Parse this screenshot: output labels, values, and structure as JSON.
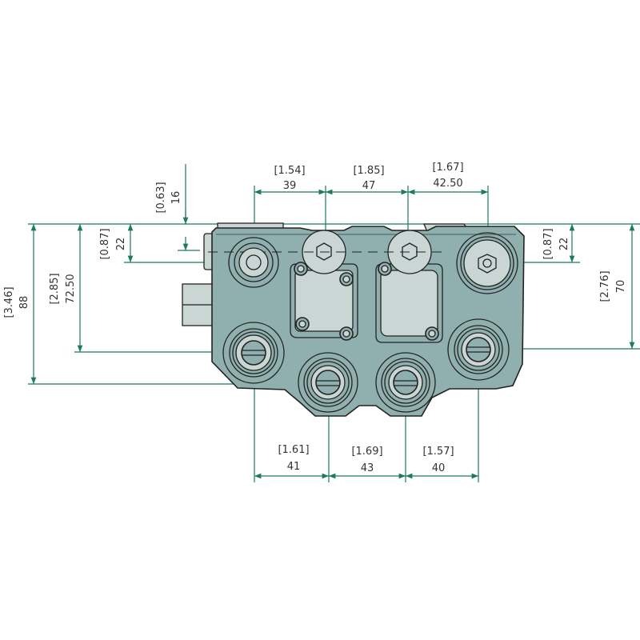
{
  "drawing": {
    "title": "Hydraulic valve block – front view dimensions",
    "colors": {
      "body": "#8fb0ae",
      "light": "#c9d6d4",
      "dimension": "#1b7a60"
    },
    "top_dimensions": [
      {
        "inch": "[1.54]",
        "mm": "39"
      },
      {
        "inch": "[1.85]",
        "mm": "47"
      },
      {
        "inch": "[1.67]",
        "mm": "42.50"
      }
    ],
    "bottom_dimensions": [
      {
        "inch": "[1.61]",
        "mm": "41"
      },
      {
        "inch": "[1.69]",
        "mm": "43"
      },
      {
        "inch": "[1.57]",
        "mm": "40"
      }
    ],
    "left_dimensions": [
      {
        "inch": "[3.46]",
        "mm": "88"
      },
      {
        "inch": "[2.85]",
        "mm": "72.50"
      },
      {
        "inch": "[0.87]",
        "mm": "22"
      },
      {
        "inch": "[0.63]",
        "mm": "16"
      }
    ],
    "right_dimensions": [
      {
        "inch": "[0.87]",
        "mm": "22"
      },
      {
        "inch": "[2.76]",
        "mm": "70"
      }
    ]
  }
}
